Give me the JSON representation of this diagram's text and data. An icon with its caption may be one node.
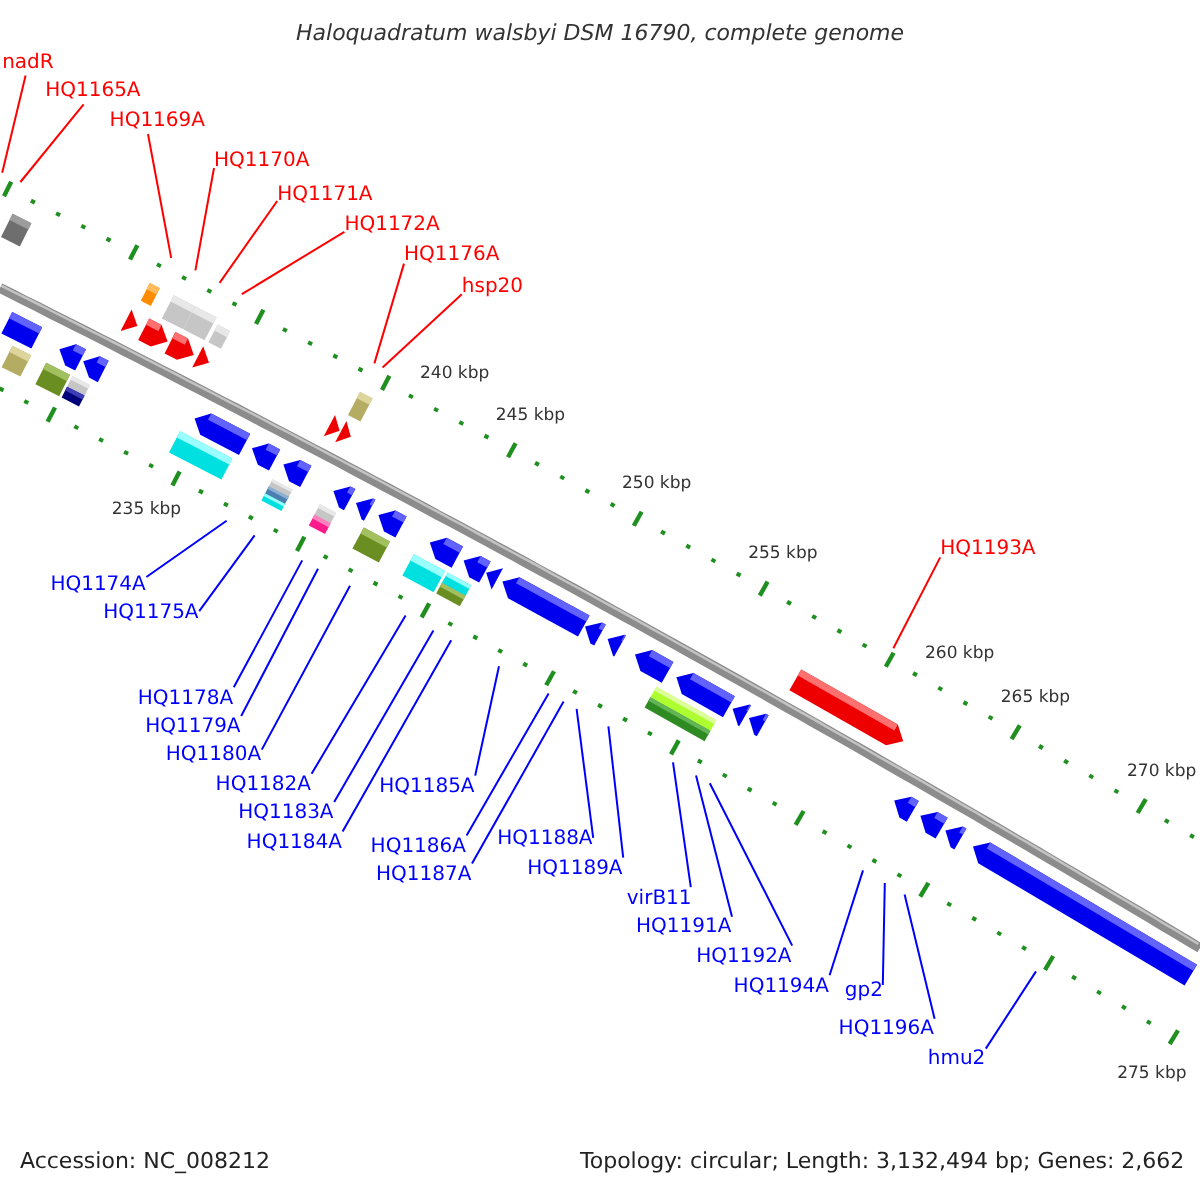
{
  "diagram": {
    "title": "Haloquadratum walsbyi DSM 16790, complete genome",
    "nodes": [
      {
        "text": [
          "nadR"
        ]
      },
      {
        "text": [
          "HQ1165A"
        ]
      },
      {
        "text": [
          "HQ1169A"
        ]
      },
      {
        "text": [
          "HQ1170A"
        ]
      },
      {
        "text": [
          "HQ1171A"
        ]
      },
      {
        "text": [
          "HQ1172A"
        ]
      },
      {
        "text": [
          "HQ1176A"
        ]
      },
      {
        "text": [
          "hsp20"
        ]
      },
      {
        "text": [
          "HQ1193A"
        ]
      },
      {
        "text": [
          "HQ1174A"
        ]
      },
      {
        "text": [
          "HQ1175A"
        ]
      },
      {
        "text": [
          "HQ1180A"
        ]
      },
      {
        "text": [
          "HQ1178A"
        ]
      },
      {
        "text": [
          "HQ1184A"
        ]
      },
      {
        "text": [
          "HQ1179A"
        ]
      },
      {
        "text": [
          "HQ1185A"
        ]
      },
      {
        "text": [
          "HQ1182A"
        ]
      },
      {
        "text": [
          "HQ1183A"
        ]
      },
      {
        "text": [
          "HQ1188A"
        ]
      },
      {
        "text": [
          "HQ1189A"
        ]
      },
      {
        "text": [
          "HQ1186A"
        ]
      },
      {
        "text": [
          "HQ1187A"
        ]
      },
      {
        "text": [
          "virB11"
        ]
      },
      {
        "text": [
          "HQ1191A"
        ]
      },
      {
        "text": [
          "HQ1192A"
        ]
      },
      {
        "text": [
          "HQ1194A"
        ]
      },
      {
        "text": [
          "gp2"
        ]
      },
      {
        "text": [
          "HQ1196A"
        ]
      },
      {
        "text": [
          "hmu2"
        ]
      }
    ],
    "edges": [
      {
        "from": 0,
        "to": null,
        "arrow": "none",
        "color": "#ff0000"
      },
      {
        "from": 1,
        "to": null,
        "arrow": "none",
        "color": "#ff0000"
      },
      {
        "from": 2,
        "to": null,
        "arrow": "none",
        "color": "#ff0000"
      },
      {
        "from": 3,
        "to": null,
        "arrow": "none",
        "color": "#ff0000"
      },
      {
        "from": 4,
        "to": null,
        "arrow": "none",
        "color": "#ff0000"
      },
      {
        "from": 5,
        "to": null,
        "arrow": "none",
        "color": "#ff0000"
      },
      {
        "from": 6,
        "to": null,
        "arrow": "none",
        "color": "#ff0000"
      },
      {
        "from": 7,
        "to": null,
        "arrow": "none",
        "color": "#ff0000"
      },
      {
        "from": 8,
        "to": null,
        "arrow": "none",
        "color": "#ff0000"
      },
      {
        "from": 9,
        "to": null,
        "arrow": "none"
      },
      {
        "from": 10,
        "to": null,
        "arrow": "none"
      },
      {
        "from": 11,
        "to": null,
        "arrow": "none"
      },
      {
        "from": 12,
        "to": null,
        "arrow": "none"
      },
      {
        "from": 13,
        "to": null,
        "arrow": "none"
      },
      {
        "from": 14,
        "to": null,
        "arrow": "none"
      },
      {
        "from": 15,
        "to": null,
        "arrow": "none"
      },
      {
        "from": 16,
        "to": null,
        "arrow": "none"
      },
      {
        "from": 17,
        "to": null,
        "arrow": "none"
      },
      {
        "from": 18,
        "to": null,
        "arrow": "none"
      },
      {
        "from": 19,
        "to": null,
        "arrow": "none"
      },
      {
        "from": 20,
        "to": null,
        "arrow": "none"
      },
      {
        "from": 21,
        "to": null,
        "arrow": "none"
      },
      {
        "from": 22,
        "to": null,
        "arrow": "none"
      },
      {
        "from": 23,
        "to": null,
        "arrow": "none"
      },
      {
        "from": 24,
        "to": null,
        "arrow": "none"
      },
      {
        "from": 25,
        "to": null,
        "arrow": "none"
      },
      {
        "from": 26,
        "to": null,
        "arrow": "none"
      },
      {
        "from": 27,
        "to": null,
        "arrow": "none"
      },
      {
        "from": 28,
        "to": null,
        "arrow": "none"
      }
    ],
    "labels": [
      "235 kbp",
      "240 kbp",
      "245 kbp",
      "250 kbp",
      "255 kbp",
      "260 kbp",
      "265 kbp",
      "270 kbp",
      "275 kbp",
      "Accession: NC_008212",
      "Topology: circular; Length: 3,132,494 bp; Genes: 2,662"
    ]
  }
}
